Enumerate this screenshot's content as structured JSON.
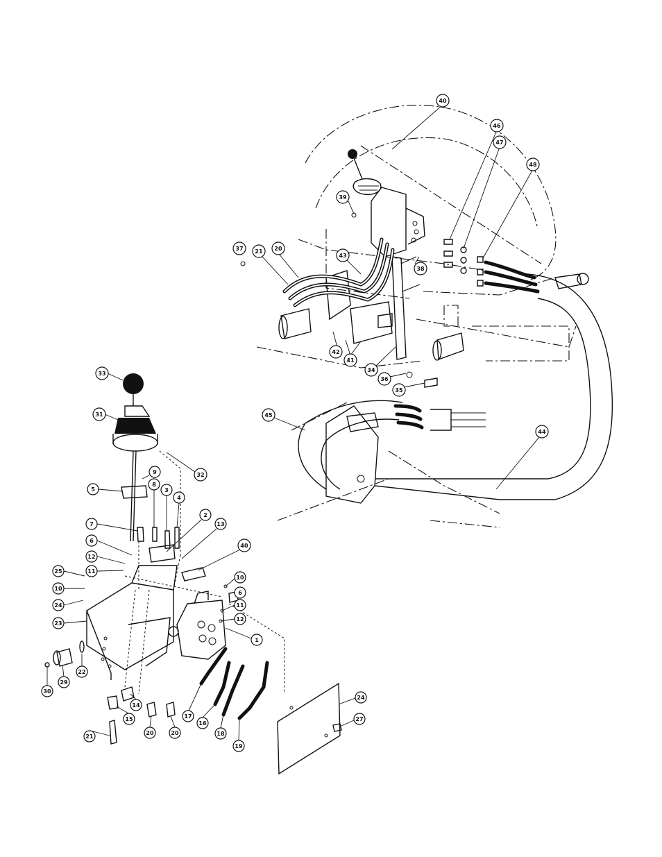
{
  "diagram": {
    "upper_assembly": {
      "callouts": [
        "40",
        "46",
        "47",
        "48",
        "39",
        "37",
        "21",
        "20",
        "43",
        "38",
        "42",
        "41",
        "34",
        "36",
        "35",
        "45",
        "44"
      ]
    },
    "lower_assembly": {
      "callouts": [
        "33",
        "31",
        "32",
        "9",
        "8",
        "3",
        "4",
        "5",
        "7",
        "2",
        "13",
        "6",
        "12",
        "11",
        "40",
        "10",
        "6",
        "25",
        "10",
        "24",
        "23",
        "11",
        "12",
        "1",
        "22",
        "29",
        "30",
        "14",
        "15",
        "21",
        "20",
        "20",
        "17",
        "16",
        "18",
        "19",
        "24",
        "27"
      ]
    }
  }
}
